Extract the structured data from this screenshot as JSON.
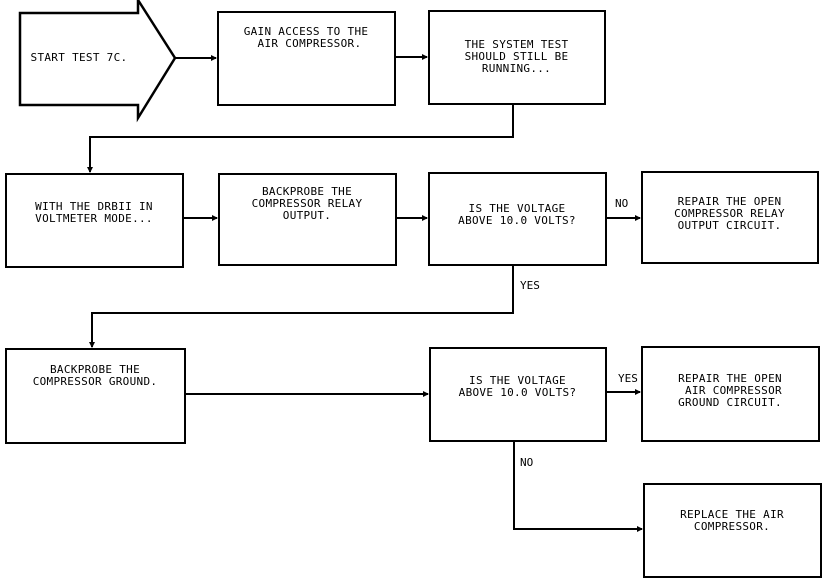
{
  "flowchart": {
    "start": {
      "text": "START TEST 7C."
    },
    "steps": {
      "gain_access": {
        "text": "GAIN ACCESS TO THE\n AIR COMPRESSOR."
      },
      "system_test": {
        "text": "THE SYSTEM TEST\nSHOULD STILL BE\nRUNNING..."
      },
      "voltmeter_mode": {
        "text": "WITH THE DRBII IN\nVOLTMETER MODE..."
      },
      "backprobe_relay": {
        "text": "BACKPROBE THE\nCOMPRESSOR RELAY\nOUTPUT."
      },
      "decision_relay": {
        "text": "IS THE VOLTAGE\nABOVE 10.0 VOLTS?"
      },
      "repair_relay": {
        "text": "REPAIR THE OPEN\nCOMPRESSOR RELAY\nOUTPUT CIRCUIT."
      },
      "backprobe_ground": {
        "text": "BACKPROBE THE\nCOMPRESSOR GROUND."
      },
      "decision_ground": {
        "text": "IS THE VOLTAGE\nABOVE 10.0 VOLTS?"
      },
      "repair_ground": {
        "text": "REPAIR THE OPEN\n AIR COMPRESSOR\nGROUND CIRCUIT."
      },
      "replace_compressor": {
        "text": "REPLACE THE AIR\nCOMPRESSOR."
      }
    },
    "labels": {
      "relay_no": "NO",
      "relay_yes": "YES",
      "ground_yes": "YES",
      "ground_no": "NO"
    }
  }
}
